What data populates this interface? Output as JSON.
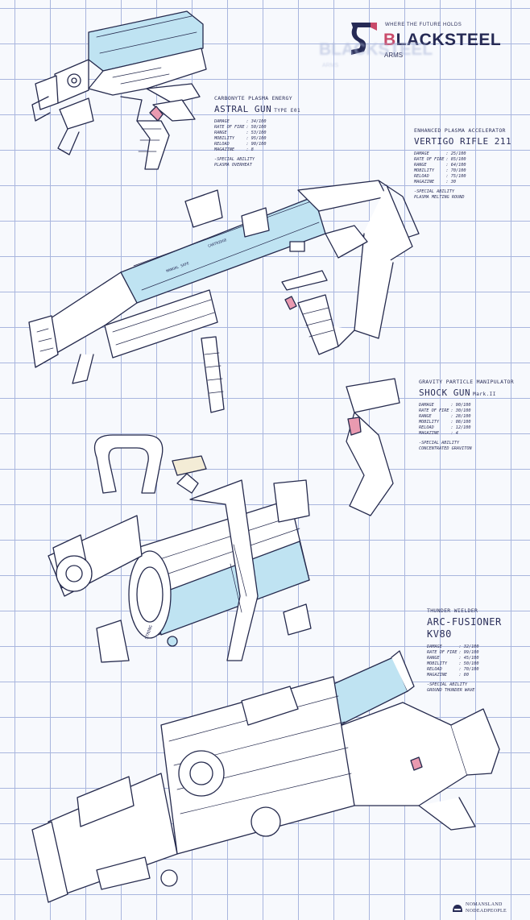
{
  "brand": {
    "tagline": "WHERE THE FUTURE HOLDS",
    "name_initial": "B",
    "name_rest": "LACKSTEEL",
    "sub": "ARMS",
    "ghost_name": "BLACKSTEEL",
    "ghost_sub": "ARMS",
    "colors": {
      "accent": "#c94a6a",
      "ink": "#262a55",
      "plasma": "#bfe3f2"
    }
  },
  "weapons": [
    {
      "class": "CARBONYTE PLASMA ENERGY",
      "name": "ASTRAL GUN",
      "suffix": "TYPE E01",
      "stats": [
        {
          "label": "DAMAGE",
          "value": ": 34/100"
        },
        {
          "label": "RATE OF FIRE",
          "value": ": 50/100"
        },
        {
          "label": "RANGE",
          "value": ": 53/100"
        },
        {
          "label": "MOBILITY",
          "value": ": 95/100"
        },
        {
          "label": "RELOAD",
          "value": ": 90/100"
        },
        {
          "label": "MAGAZINE",
          "value": ": 8"
        }
      ],
      "ability_label": "-SPECIAL ABILITY",
      "ability": "PLASMA OVERHEAT"
    },
    {
      "class": "ENHANCED PLASMA ACCELERATOR",
      "name": "VERTIGO RIFLE 211",
      "suffix": "",
      "stats": [
        {
          "label": "DAMAGE",
          "value": ": 25/100"
        },
        {
          "label": "RATE OF FIRE",
          "value": ": 85/100"
        },
        {
          "label": "RANGE",
          "value": ": 64/100"
        },
        {
          "label": "MOBILITY",
          "value": ": 70/100"
        },
        {
          "label": "RELOAD",
          "value": ": 75/100"
        },
        {
          "label": "MAGAZINE",
          "value": ": 30"
        }
      ],
      "ability_label": "-SPECIAL ABILITY",
      "ability": "PLASMA MELTING ROUND"
    },
    {
      "class": "GRAVITY PARTICLE MANIPULATOR",
      "name": "SHOCK GUN",
      "suffix": "Mark.II",
      "stats": [
        {
          "label": "DAMAGE",
          "value": ": 90/100"
        },
        {
          "label": "RATE OF FIRE",
          "value": ": 30/100"
        },
        {
          "label": "RANGE",
          "value": ": 28/100"
        },
        {
          "label": "MOBILITY",
          "value": ": 08/100"
        },
        {
          "label": "RELOAD",
          "value": ": 12/100"
        },
        {
          "label": "MAGAZINE",
          "value": ": 4"
        }
      ],
      "ability_label": "-SPECIAL ABILITY",
      "ability": "CONCENTRATED GRAVITON"
    },
    {
      "class": "THUNDER WIELDER",
      "name": "ARC-FUSIONER",
      "name2": "KV80",
      "suffix": "",
      "stats": [
        {
          "label": "DAMAGE",
          "value": ": 32/100"
        },
        {
          "label": "RATE OF FIRE",
          "value": ": 99/100"
        },
        {
          "label": "RANGE",
          "value": ": 45/100"
        },
        {
          "label": "MOBILITY",
          "value": ": 50/100"
        },
        {
          "label": "RELOAD",
          "value": ": 70/100"
        },
        {
          "label": "MAGAZINE",
          "value": ": 80"
        }
      ],
      "ability_label": "-SPECIAL ABILITY",
      "ability": "GROUND THUNDER WAVE"
    }
  ],
  "callouts": {
    "rifle_side": "MANUAL SAFE",
    "rifle_cartridge": "CARTRIDGE",
    "shock_stamp": "STRONG"
  },
  "footer": {
    "line1": "NOMANSLAND",
    "line2": "NODEADPEOPLE"
  }
}
